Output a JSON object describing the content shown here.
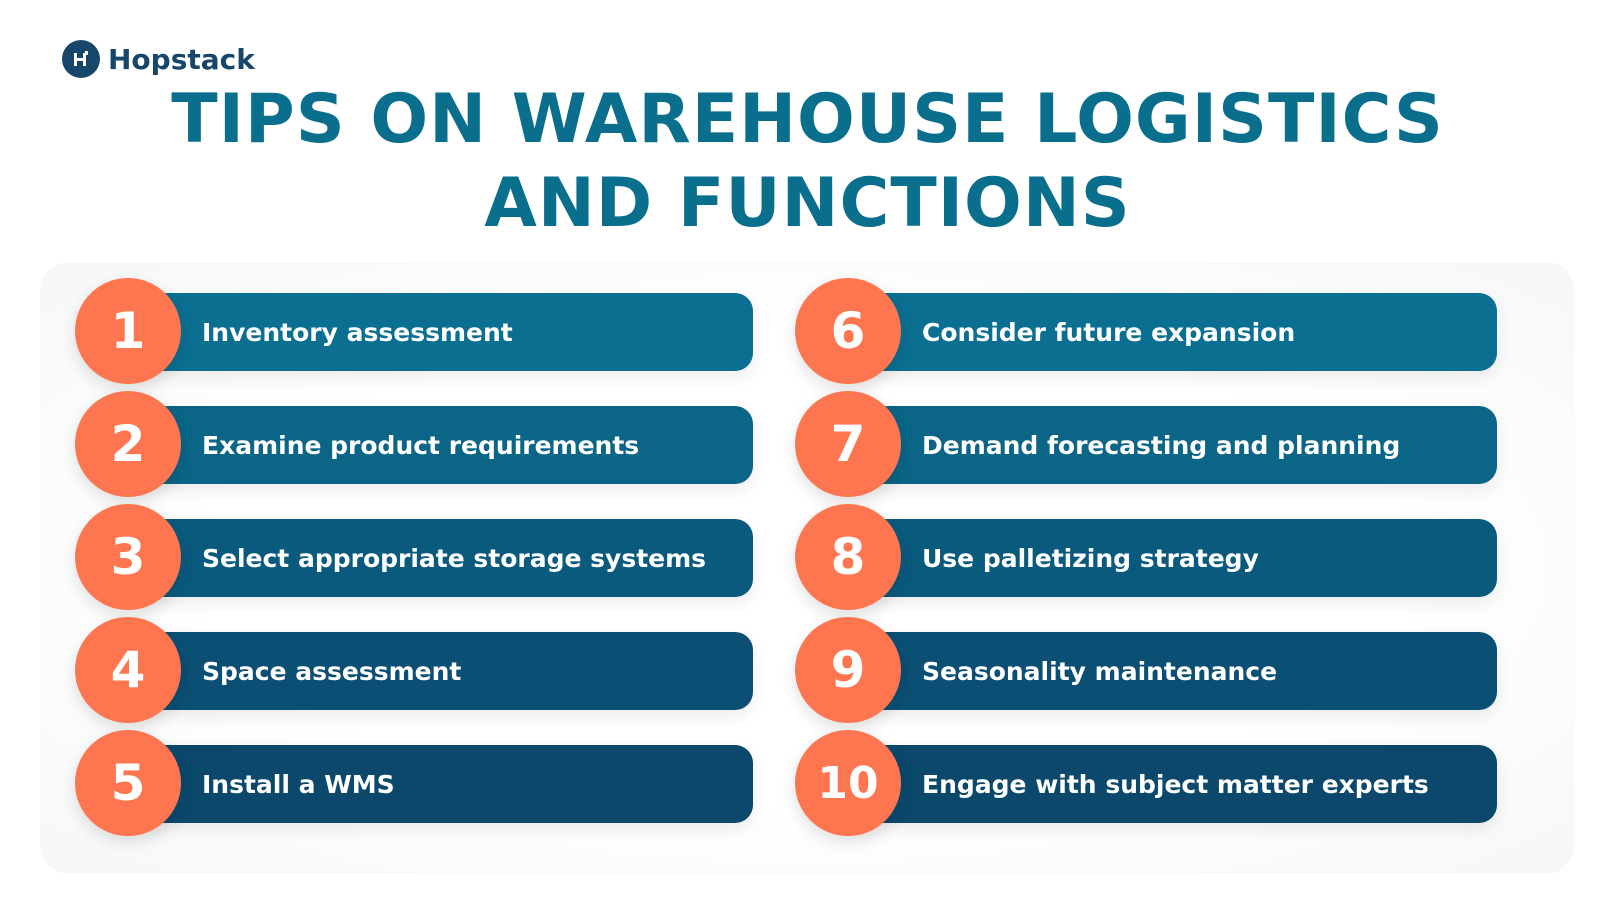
{
  "brand": {
    "name": "Hopstack"
  },
  "title": {
    "line1": "TIPS ON WAREHOUSE LOGISTICS",
    "line2": "AND FUNCTIONS"
  },
  "colors": {
    "title": "#0a6f8d",
    "circle": "#fd7650",
    "bar_row1": "#0b6f91",
    "bar_row2": "#0a6587",
    "bar_row3": "#0a5a7e",
    "bar_row4": "#0b4f74",
    "bar_row5": "#0b486c"
  },
  "tips": [
    {
      "number": "1",
      "label": "Inventory assessment"
    },
    {
      "number": "2",
      "label": "Examine product requirements"
    },
    {
      "number": "3",
      "label": "Select appropriate storage systems"
    },
    {
      "number": "4",
      "label": "Space assessment"
    },
    {
      "number": "5",
      "label": "Install a WMS"
    },
    {
      "number": "6",
      "label": "Consider future expansion"
    },
    {
      "number": "7",
      "label": "Demand forecasting and planning"
    },
    {
      "number": "8",
      "label": "Use palletizing strategy"
    },
    {
      "number": "9",
      "label": "Seasonality maintenance"
    },
    {
      "number": "10",
      "label": "Engage with subject matter experts"
    }
  ]
}
